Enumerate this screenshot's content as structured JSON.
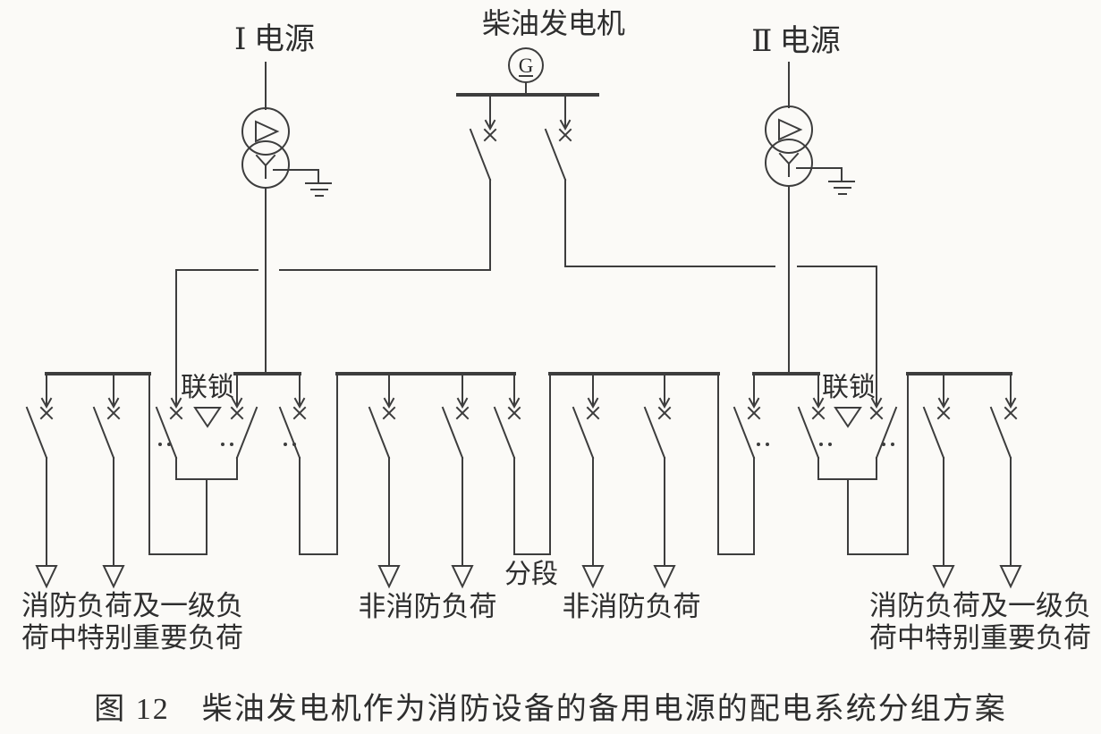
{
  "figure_caption": "图 12　柴油发电机作为消防设备的备用电源的配电系统分组方案",
  "sources": {
    "source1_label": "Ⅰ 电源",
    "source2_label": "Ⅱ 电源"
  },
  "generator": {
    "label": "柴油发电机",
    "symbol_letter": "G"
  },
  "interlocks": {
    "left_label": "联锁",
    "right_label": "联锁"
  },
  "bus_tie": {
    "label": "分段"
  },
  "loads": {
    "fire_left": {
      "line1": "消防负荷及一级负",
      "line2": "荷中特别重要负荷"
    },
    "non_fire_1": {
      "label": "非消防负荷"
    },
    "non_fire_2": {
      "label": "非消防负荷"
    },
    "fire_right": {
      "line1": "消防负荷及一级负",
      "line2": "荷中特别重要负荷"
    }
  },
  "symbols": {
    "switch_contact_glyph": "×",
    "interlock_marker_glyph": "▽",
    "load_arrow_glyph": "open down-arrow",
    "ground_glyph": "earth (3 bars)"
  },
  "colors": {
    "line": "#3d3d3d",
    "text": "#2e2e2e",
    "background": "#fbfaf7"
  }
}
